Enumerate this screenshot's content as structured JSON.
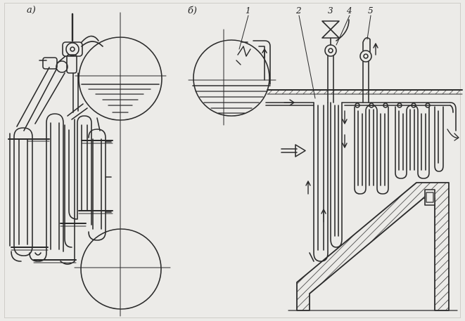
{
  "panels": {
    "a": {
      "label": "а)"
    },
    "b": {
      "label": "б)"
    }
  },
  "callouts": [
    "1",
    "2",
    "3",
    "4",
    "5"
  ],
  "colors": {
    "ink": "#2b2b2b",
    "paper": "#ecebe8",
    "water": "#2b2b2b"
  }
}
